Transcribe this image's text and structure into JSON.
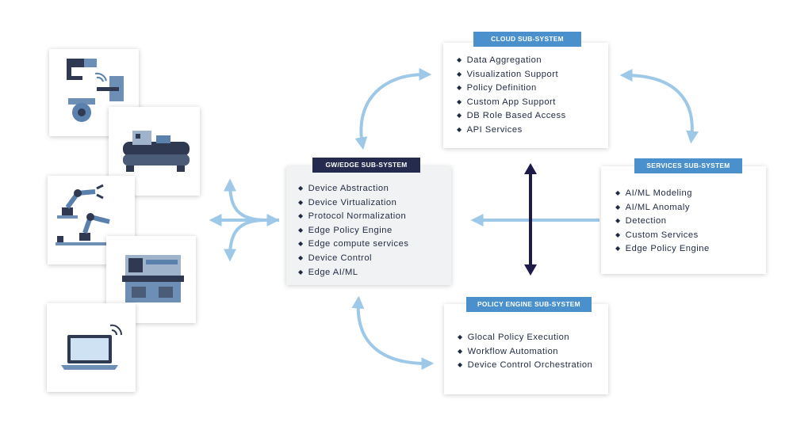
{
  "subsystems": {
    "cloud": {
      "title": "CLOUD SUB-SYSTEM",
      "items": [
        "Data Aggregation",
        "Visualization Support",
        "Policy Definition",
        "Custom App Support",
        "DB Role Based Access",
        "API Services"
      ]
    },
    "gw_edge": {
      "title": "GW/EDGE SUB-SYSTEM",
      "items": [
        "Device Abstraction",
        "Device Virtualization",
        "Protocol Normalization",
        "Edge Policy Engine",
        "Edge compute services",
        "Device Control",
        "Edge AI/ML"
      ]
    },
    "services": {
      "title": "SERVICES SUB-SYSTEM",
      "items": [
        "AI/ML Modeling",
        "AI/ML Anomaly",
        "Detection",
        "Custom Services",
        "Edge Policy Engine"
      ]
    },
    "policy_engine": {
      "title": "POLICY ENGINE SUB-SYSTEM",
      "items": [
        "Glocal Policy Execution",
        "Workflow Automation",
        "Device Control Orchestration"
      ]
    }
  },
  "devices": [
    {
      "icon": "security-camera-smart-lock-icon"
    },
    {
      "icon": "industrial-chiller-icon"
    },
    {
      "icon": "robotic-arms-icon"
    },
    {
      "icon": "lathe-machine-icon"
    },
    {
      "icon": "wireless-laptop-icon"
    }
  ],
  "colors": {
    "tag_blue": "#4a90cd",
    "tag_dark": "#252a4f",
    "arrow_light": "#9ec8e8",
    "arrow_dark": "#1d1a4a",
    "bullet_text": "#1e2942"
  }
}
